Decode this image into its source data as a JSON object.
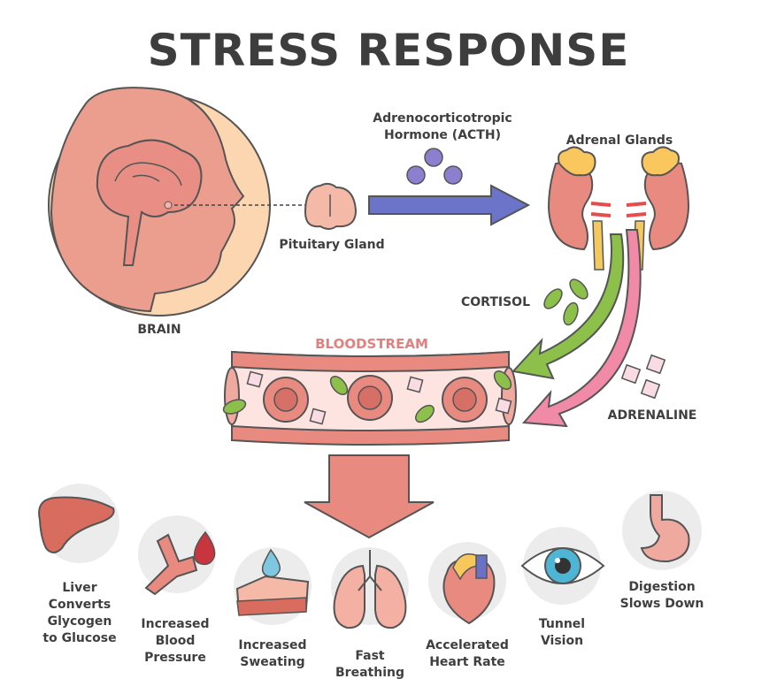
{
  "title": "STRESS RESPONSE",
  "labels": {
    "brain": "BRAIN",
    "pituitary": "Pituitary Gland",
    "acth_line1": "Adrenocorticotropic",
    "acth_line2": "Hormone (ACTH)",
    "adrenal": "Adrenal Glands",
    "cortisol": "CORTISOL",
    "adrenaline": "ADRENALINE",
    "bloodstream": "BLOODSTREAM"
  },
  "effects": [
    {
      "lines": [
        "Liver",
        "Converts",
        "Glycogen",
        "to Glucose"
      ],
      "icon": "liver-icon"
    },
    {
      "lines": [
        "Increased",
        "Blood",
        "Pressure"
      ],
      "icon": "blood-vessel-drop-icon"
    },
    {
      "lines": [
        "Increased",
        "Sweating"
      ],
      "icon": "skin-sweat-icon"
    },
    {
      "lines": [
        "Fast",
        "Breathing"
      ],
      "icon": "lungs-icon"
    },
    {
      "lines": [
        "Accelerated",
        "Heart Rate"
      ],
      "icon": "heart-icon"
    },
    {
      "lines": [
        "Tunnel",
        "Vision"
      ],
      "icon": "eye-icon"
    },
    {
      "lines": [
        "Digestion",
        "Slows Down"
      ],
      "icon": "stomach-icon"
    }
  ],
  "colors": {
    "brain_circle": "#fbd9b0",
    "skin": "#f0a090",
    "blood": "#e87c72",
    "acth_arrow": "#6a72c8",
    "cortisol": "#8cc04a",
    "adrenaline": "#f08aa6",
    "adrenal_cap": "#f8c85a"
  }
}
